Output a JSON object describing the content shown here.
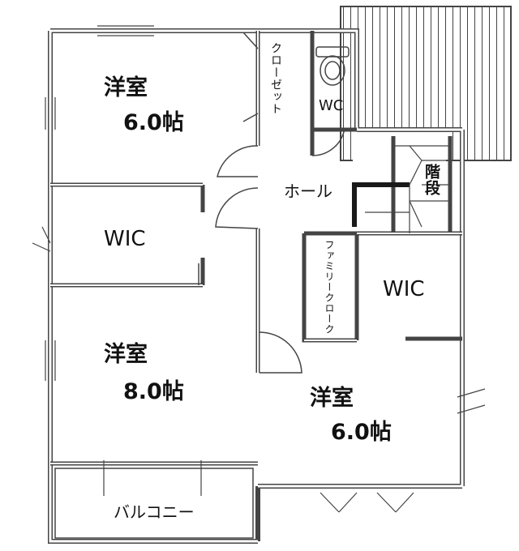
{
  "rooms": {
    "west_bedroom_top": {
      "name": "洋室",
      "size": "6.0帖"
    },
    "wic_left": {
      "name": "WIC"
    },
    "west_bedroom_bottom": {
      "name": "洋室",
      "size": "8.0帖"
    },
    "balcony": {
      "name": "バルコニー"
    },
    "closet": {
      "name": "クローゼット"
    },
    "wc": {
      "name": "WC"
    },
    "hall": {
      "name": "ホール"
    },
    "stairs": {
      "name": "階段"
    },
    "family_closet": {
      "name": "ファミリークローク"
    },
    "wic_right": {
      "name": "WIC"
    },
    "east_bedroom": {
      "name": "洋室",
      "size": "6.0帖"
    }
  },
  "colors": {
    "wall": "#444444",
    "stair_wall": "#1a1a1a",
    "background": "#ffffff"
  }
}
